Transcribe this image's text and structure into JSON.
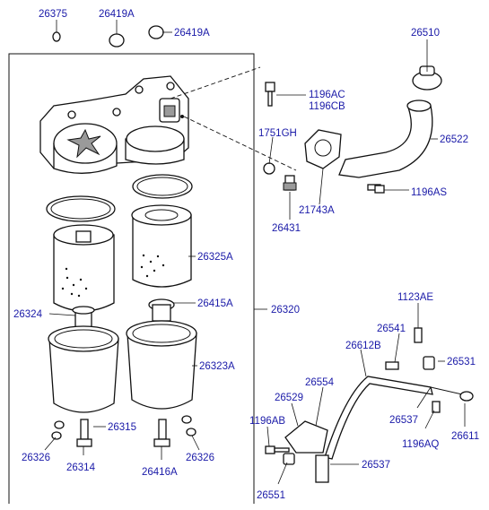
{
  "labels": {
    "l26375": "26375",
    "l26419A_a": "26419A",
    "l26419A_b": "26419A",
    "l26510": "26510",
    "l1196AC": "1196AC",
    "l1196CB": "1196CB",
    "l1751GH": "1751GH",
    "l26522": "26522",
    "l21743A": "21743A",
    "l1196AS": "1196AS",
    "l26431": "26431",
    "l26325A": "26325A",
    "l26324": "26324",
    "l26415A": "26415A",
    "l26320": "26320",
    "l26323A": "26323A",
    "l1123AE": "1123AE",
    "l26541": "26541",
    "l26612B": "26612B",
    "l26531": "26531",
    "l26554": "26554",
    "l26529": "26529",
    "l1196AB": "1196AB",
    "l26537_a": "26537",
    "l1196AQ": "1196AQ",
    "l26611": "26611",
    "l26326_a": "26326",
    "l26315": "26315",
    "l26326_b": "26326",
    "l26314": "26314",
    "l26416A": "26416A",
    "l26537_b": "26537",
    "l26551": "26551"
  },
  "colors": {
    "label_text": "#1a1aa8",
    "line_art": "#111111",
    "background": "#ffffff"
  }
}
